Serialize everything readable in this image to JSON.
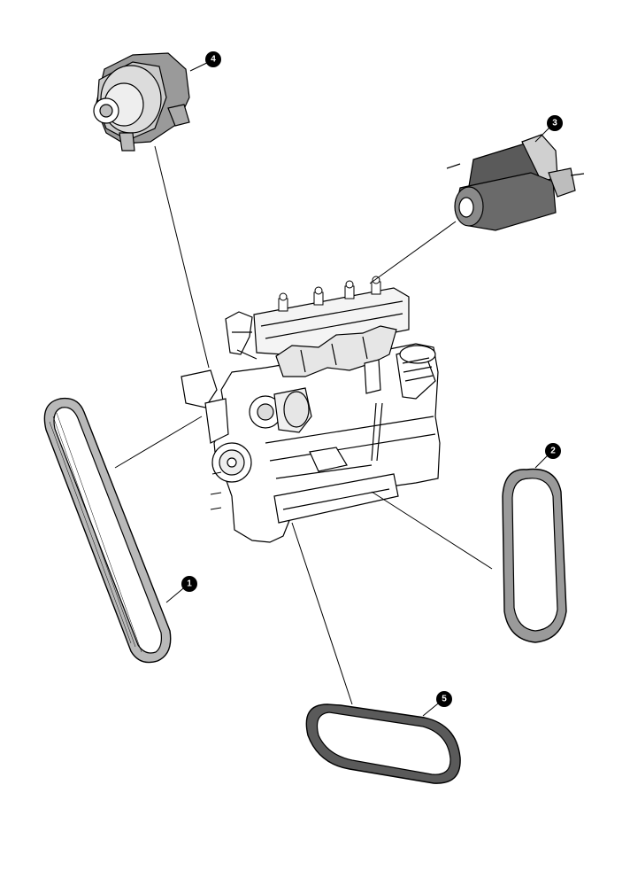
{
  "callouts": [
    {
      "id": "1",
      "label": "1"
    },
    {
      "id": "2",
      "label": "2"
    },
    {
      "id": "3",
      "label": "3"
    },
    {
      "id": "4",
      "label": "4"
    },
    {
      "id": "5",
      "label": "5"
    }
  ],
  "colors": {
    "line": "#000000",
    "belt_fill": "#b9b9b9",
    "part_shade": "#8a8a8a",
    "part_light": "#d6d6d6",
    "engine_fill": "#ffffff",
    "background": "#ffffff"
  },
  "parts": [
    {
      "id": "belt-1",
      "icon": "v-ribbed-belt-icon"
    },
    {
      "id": "belt-2",
      "icon": "v-belt-icon"
    },
    {
      "id": "starter-3",
      "icon": "starter-motor-icon"
    },
    {
      "id": "alternator-4",
      "icon": "alternator-icon"
    },
    {
      "id": "belt-5",
      "icon": "v-belt-icon"
    },
    {
      "id": "engine",
      "icon": "engine-block-icon"
    }
  ]
}
